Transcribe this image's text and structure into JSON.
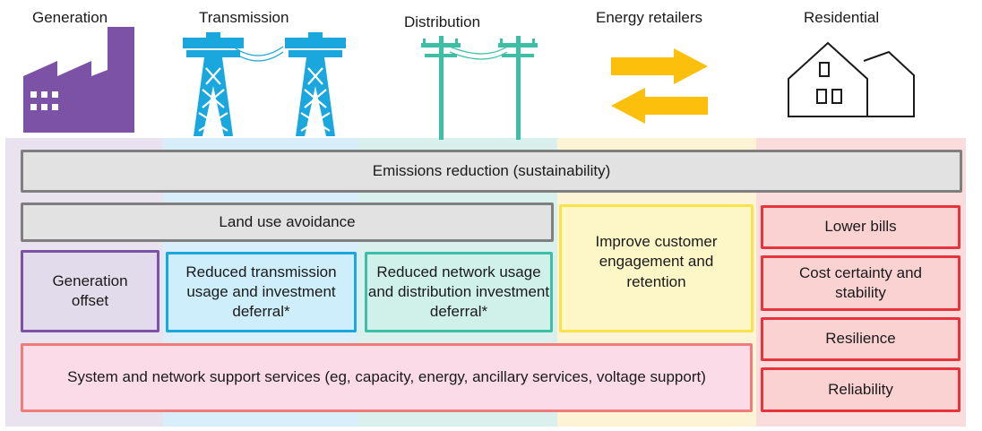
{
  "headers": {
    "generation": "Generation",
    "transmission": "Transmission",
    "distribution": "Distribution",
    "energy_retailers": "Energy retailers",
    "residential": "Residential"
  },
  "colors": {
    "generation": "#7b52a6",
    "transmission": "#19a7dd",
    "distribution": "#3dbfa5",
    "retailers": "#fbbf0c",
    "residential": "#e8323c",
    "gray_border": "#7f7f7f"
  },
  "icons": [
    "factory-icon",
    "transmission-tower-icon",
    "distribution-pole-icon",
    "exchange-arrows-icon",
    "houses-icon"
  ],
  "benefits": {
    "emissions": "Emissions reduction (sustainability)",
    "land_use": "Land use avoidance",
    "generation_offset": "Generation offset",
    "reduced_transmission": "Reduced transmission usage and investment deferral*",
    "reduced_network": "Reduced network usage and distribution investment deferral*",
    "customer_engagement": "Improve customer engagement and retention",
    "lower_bills": "Lower bills",
    "cost_certainty": "Cost certainty and stability",
    "resilience": "Resilience",
    "reliability": "Reliability",
    "system_support": "System and network support services (eg, capacity, energy, ancillary services, voltage support)"
  }
}
